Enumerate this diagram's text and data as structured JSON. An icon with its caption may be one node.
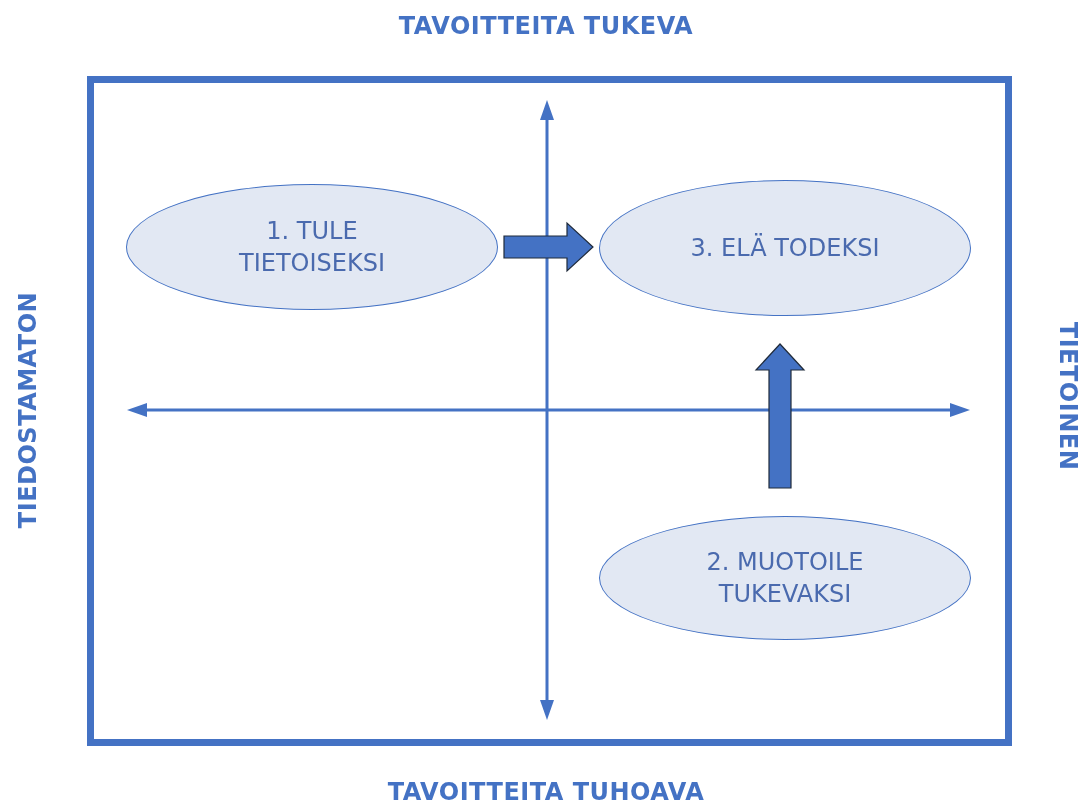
{
  "diagram": {
    "nodes": [
      {
        "text": [
          "1. TULE TIETOISEKSI"
        ]
      },
      {
        "text": [
          "3. ELÄ TODEKSI"
        ]
      },
      {
        "text": [
          "2. MUOTOILE TUKEVAKSI"
        ]
      }
    ],
    "edges": [
      {
        "from": 0,
        "to": 1,
        "arrow": "to",
        "style": "thick"
      },
      {
        "from": 2,
        "to": 1,
        "arrow": "to",
        "style": "thick"
      }
    ],
    "labels": [
      "TAVOITTEITA TUKEVA",
      "TIEDOSTAMATON",
      "TIETOINEN",
      "TAVOITTEITA TUHOAVA"
    ]
  }
}
